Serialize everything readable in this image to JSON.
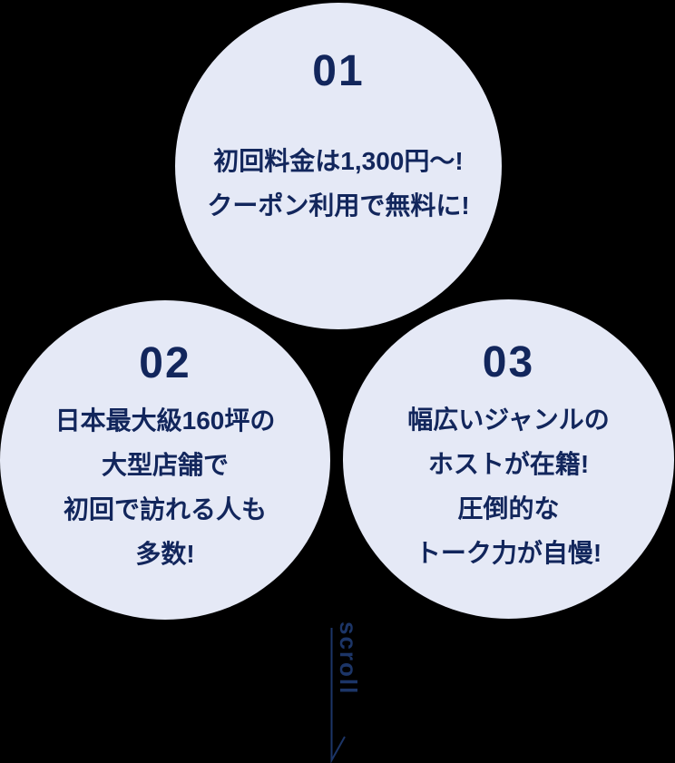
{
  "page": {
    "background": "#000000"
  },
  "colors": {
    "page_bg": "#000000",
    "circle_fill": "#e5e9f6",
    "text_navy": "#12265c",
    "scroll_navy": "#1c3567"
  },
  "circles": [
    {
      "number": "01",
      "lines": [
        "初回料金は1,300円〜!",
        "クーポン利用で無料に!"
      ]
    },
    {
      "number": "02",
      "lines": [
        "日本最大級160坪の",
        "大型店舗で",
        "初回で訪れる人も",
        "多数!"
      ]
    },
    {
      "number": "03",
      "lines": [
        "幅広いジャンルの",
        "ホストが在籍!",
        "圧倒的な",
        "トーク力が自慢!"
      ]
    }
  ],
  "scroll": {
    "label": "scroll"
  }
}
